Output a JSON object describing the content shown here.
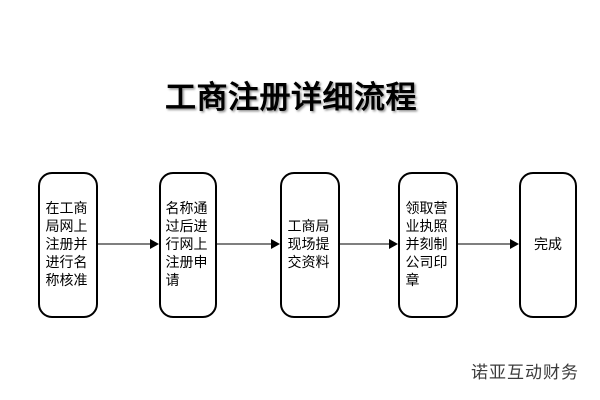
{
  "title": {
    "text": "工商注册详细流程"
  },
  "flow": {
    "steps": [
      {
        "label": "在工商局网上注册并进行名称核准"
      },
      {
        "label": "名称通过后进行网上注册申请"
      },
      {
        "label": "工商局现场提交资料"
      },
      {
        "label": "领取营业执照并刻制公司印章"
      },
      {
        "label": "完成"
      }
    ],
    "connector_color": "#7f7f7f",
    "arrowhead_color": "#000000",
    "box_border_color": "#000000",
    "box_fill_color": "#ffffff"
  },
  "footer": {
    "brand": "诺亚互动财务"
  },
  "page": {
    "background_color": "#ffffff",
    "text_color": "#000000"
  }
}
